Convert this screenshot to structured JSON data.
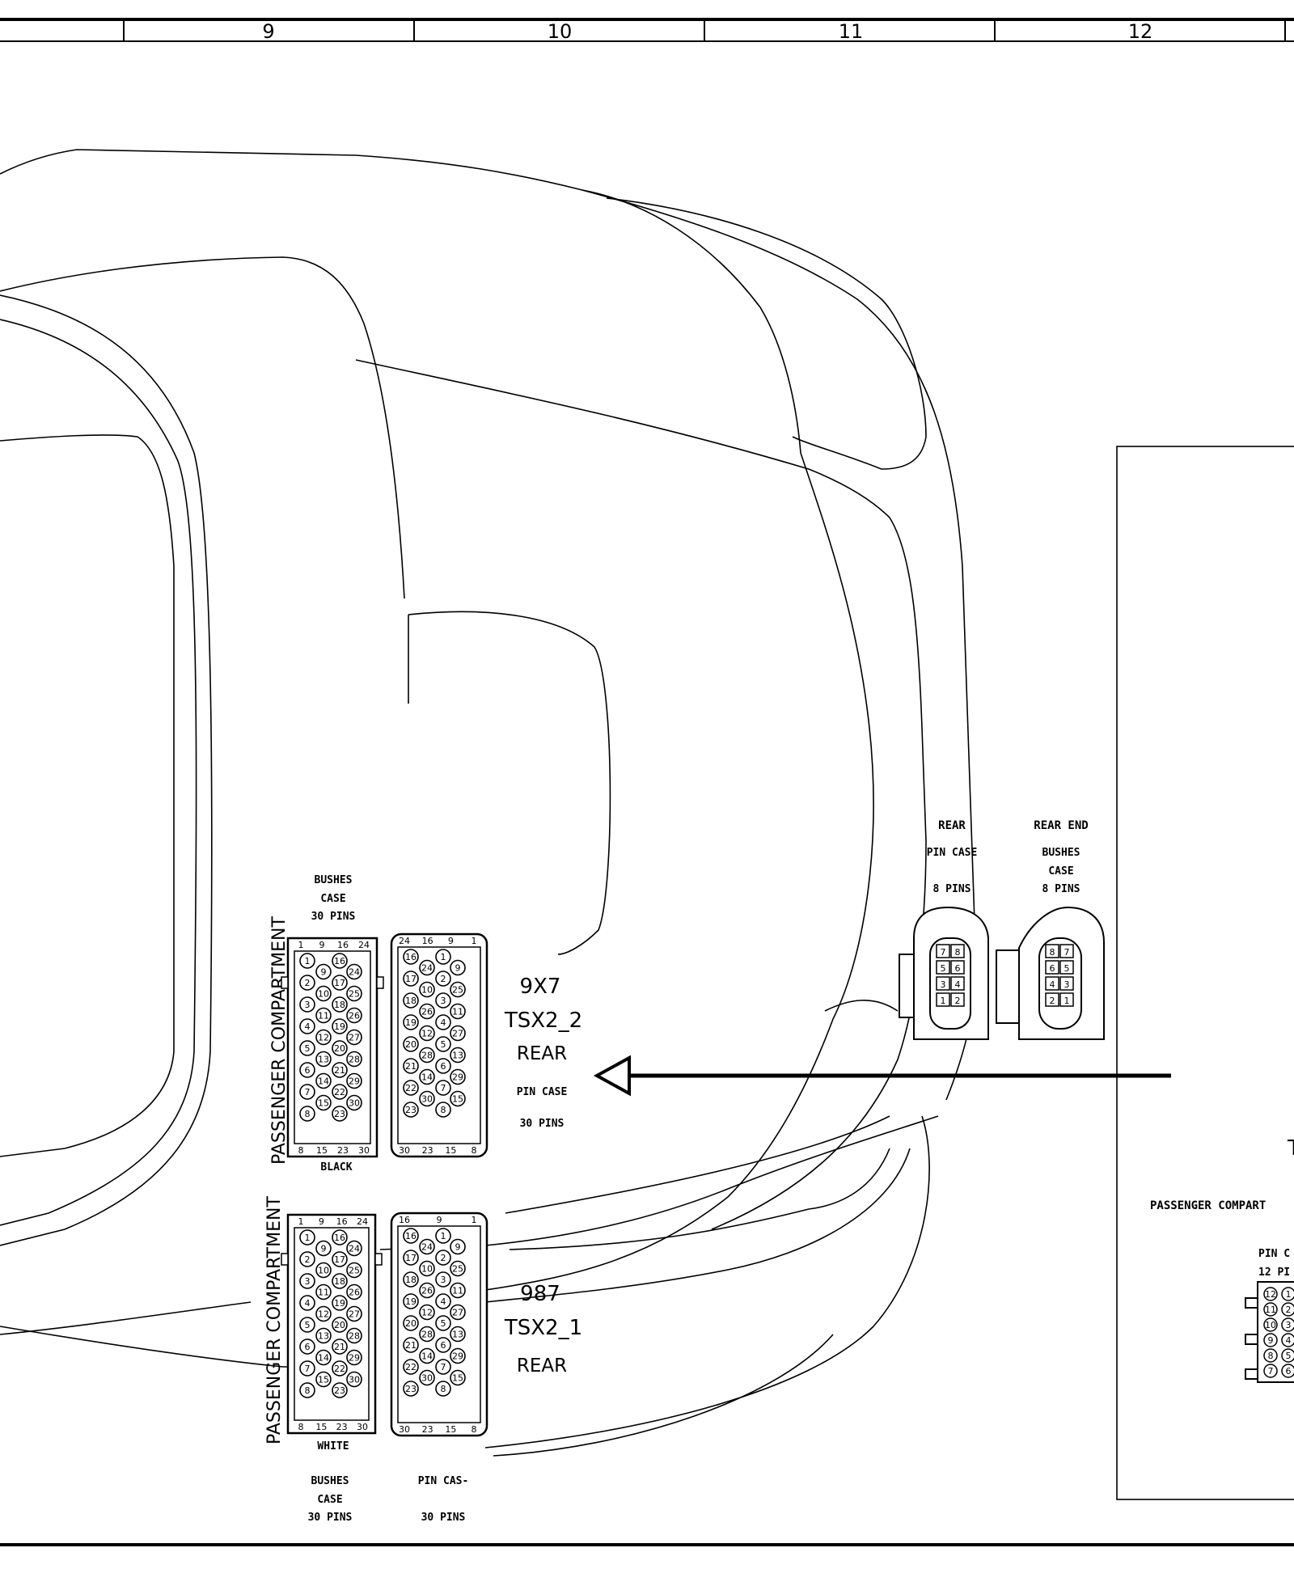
{
  "columns": [
    "9",
    "10",
    "11",
    "12"
  ],
  "rear_pin_case_8": {
    "title": "REAR",
    "kind": "PIN CASE",
    "pins": "8 PINS"
  },
  "rear_end_bushes_8": {
    "title": "REAR END",
    "kind1": "BUSHES",
    "kind2": "CASE",
    "pins": "8 PINS"
  },
  "pin_grid_8_left": [
    "7",
    "8",
    "5",
    "6",
    "3",
    "4",
    "1",
    "2"
  ],
  "pin_grid_8_right": [
    "8",
    "7",
    "6",
    "5",
    "4",
    "3",
    "2",
    "1"
  ],
  "upper_group": {
    "side_label": "PASSENGER COMPARTMENT",
    "bushes_title": [
      "BUSHES",
      "CASE",
      "30 PINS"
    ],
    "bottom_color": "BLACK",
    "code": "9X7",
    "name": "TSX2_2",
    "loc": "REAR",
    "case": "PIN CASE",
    "pins": "30 PINS",
    "left_top_nums": [
      "1",
      "9",
      "16",
      "24"
    ],
    "left_bottom_nums": [
      "8",
      "15",
      "23",
      "30"
    ],
    "right_top_nums": [
      "24",
      "16",
      "9",
      "1"
    ],
    "right_bottom_nums": [
      "30",
      "23",
      "15",
      "8"
    ]
  },
  "lower_group": {
    "side_label": "PASSENGER COMPARTMENT",
    "bottom_color": "WHITE",
    "code": "987",
    "name": "TSX2_1",
    "loc": "REAR",
    "left_top_nums": [
      "1",
      "9",
      "16",
      "24"
    ],
    "left_bottom_nums": [
      "8",
      "15",
      "23",
      "30"
    ],
    "right_top_nums": [
      "16",
      "9",
      "1"
    ],
    "right_bottom_nums": [
      "30",
      "23",
      "15",
      "8"
    ],
    "bushes_caption": [
      "BUSHES",
      "CASE",
      "30 PINS"
    ],
    "pin_caption": [
      "PIN CAS-",
      "30 PINS"
    ]
  },
  "pin_numbers_30_left": [
    "1",
    "16",
    "9",
    "24",
    "2",
    "17",
    "10",
    "25",
    "3",
    "18",
    "11",
    "26",
    "4",
    "19",
    "12",
    "27",
    "5",
    "20",
    "13",
    "28",
    "6",
    "21",
    "14",
    "29",
    "7",
    "22",
    "15",
    "30",
    "8",
    "23"
  ],
  "pin_numbers_30_right": [
    "16",
    "1",
    "24",
    "9",
    "17",
    "2",
    "10",
    "25",
    "18",
    "3",
    "26",
    "11",
    "19",
    "4",
    "12",
    "27",
    "20",
    "5",
    "28",
    "13",
    "21",
    "6",
    "14",
    "29",
    "22",
    "7",
    "30",
    "15",
    "23",
    "8"
  ],
  "inset": {
    "letter": "T",
    "label": "PASSENGER COMPART",
    "case": "PIN C",
    "pins": "12 PI",
    "pin_nums": [
      "12",
      "1",
      "11",
      "2",
      "10",
      "3",
      "9",
      "4",
      "8",
      "5",
      "7",
      "6"
    ]
  }
}
